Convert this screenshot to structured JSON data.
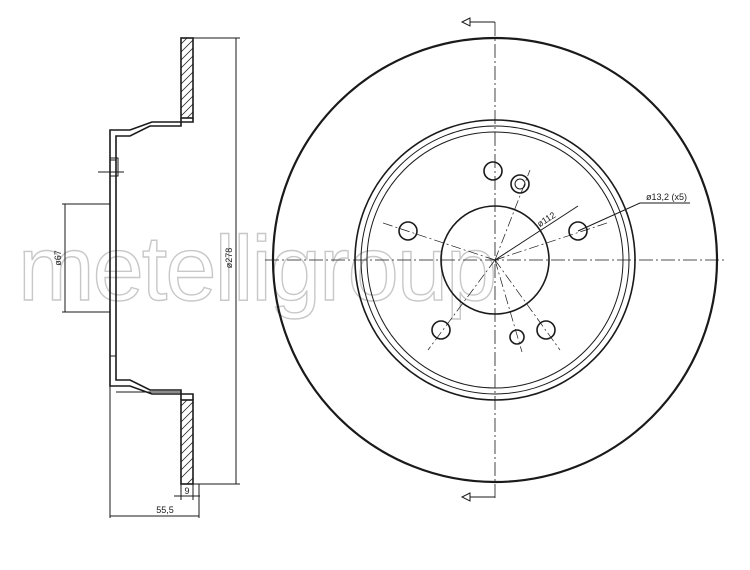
{
  "watermark": "metelligroup",
  "dimensions": {
    "hub_bore": "ø67",
    "outer_diameter": "ø278",
    "pcd": "ø112",
    "bolt_holes": "ø13,2 (x5)",
    "disc_thickness": "9",
    "overall_height": "55,5"
  },
  "colors": {
    "line": "#1a1a1a",
    "watermark": "#c8c8c8",
    "background": "#ffffff"
  }
}
